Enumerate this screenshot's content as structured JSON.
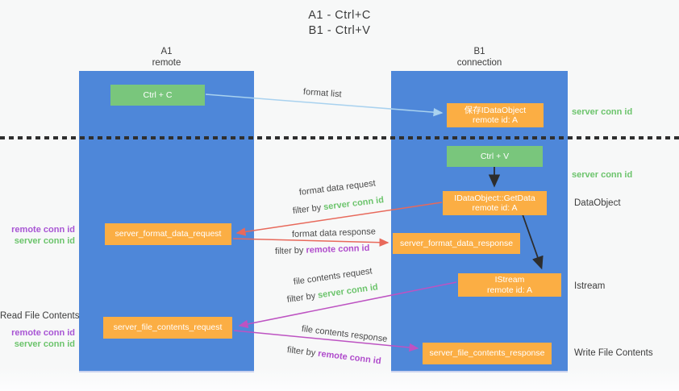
{
  "title": {
    "line1": "A1 - Ctrl+C",
    "line2": "B1 - Ctrl+V"
  },
  "columns": {
    "left": {
      "id": "A1",
      "role": "remote"
    },
    "right": {
      "id": "B1",
      "role": "connection"
    }
  },
  "nodes": {
    "ctrl_c": "Ctrl + C",
    "ctrl_v": "Ctrl + V",
    "save_dataobject": {
      "line1": "保存IDataObject",
      "line2": "remote id: A"
    },
    "getdata": {
      "line1": "IDataObject::GetData",
      "line2": "remote id: A"
    },
    "istream": {
      "line1": "IStream",
      "line2": "remote id: A"
    },
    "server_format_data_request": "server_format_data_request",
    "server_format_data_response": "server_format_data_response",
    "server_file_contents_request": "server_file_contents_request",
    "server_file_contents_response": "server_file_contents_response"
  },
  "side_labels": {
    "server_conn_id": "server conn id",
    "remote_conn_id": "remote conn id",
    "dataobject": "DataObject",
    "istream": "Istream",
    "read_file_contents": "Read File Contents",
    "write_file_contents": "Write File Contents"
  },
  "arrow_labels": {
    "format_list": "format list",
    "format_data_request": "format data request",
    "format_data_response": "format data response",
    "file_contents_request": "file contents request",
    "file_contents_response": "file contents response",
    "filter_by": "filter by"
  },
  "colors": {
    "column_blue": "#4e87d9",
    "node_green": "#79c67c",
    "node_orange": "#fbae44",
    "arrow_blue": "#a9d2ef",
    "arrow_red": "#e8695b",
    "arrow_magenta": "#bd53c2",
    "arrow_black": "#2d2d2d",
    "text_green": "#6cc46c",
    "text_purple": "#a855d4"
  }
}
